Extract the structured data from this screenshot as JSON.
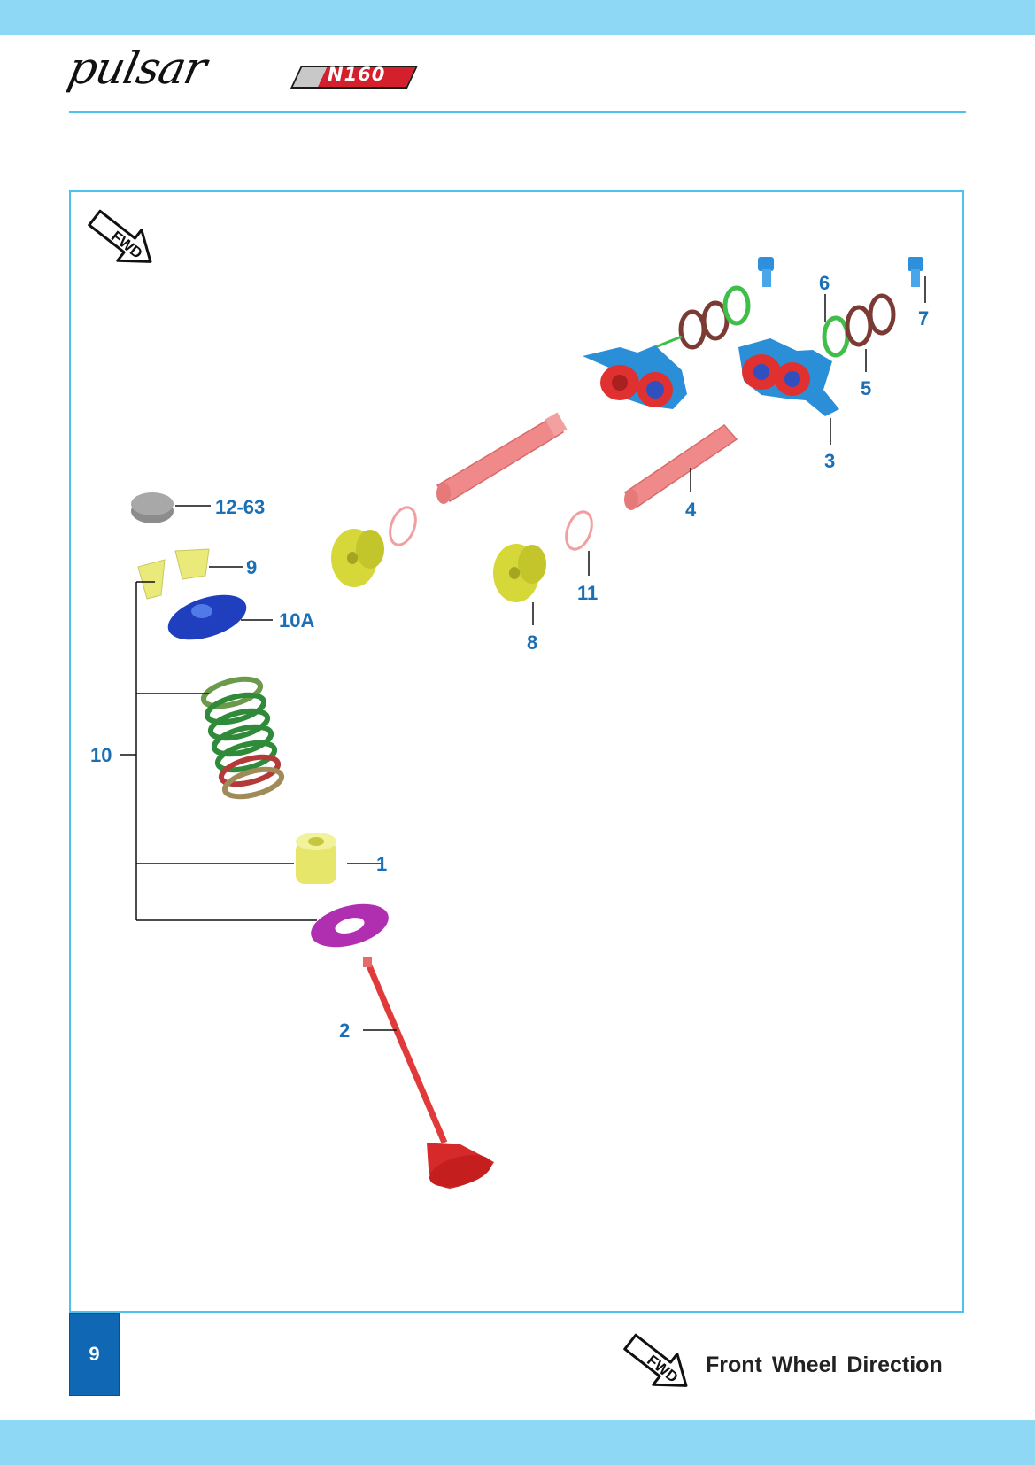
{
  "brand": {
    "script_text": "pulsar",
    "model_badge": "N160"
  },
  "fwd_marker": {
    "label": "FWD"
  },
  "callouts": [
    {
      "id": "part-1",
      "label": "1"
    },
    {
      "id": "part-2",
      "label": "2"
    },
    {
      "id": "part-3",
      "label": "3"
    },
    {
      "id": "part-4",
      "label": "4"
    },
    {
      "id": "part-5",
      "label": "5"
    },
    {
      "id": "part-6",
      "label": "6"
    },
    {
      "id": "part-7",
      "label": "7"
    },
    {
      "id": "part-8",
      "label": "8"
    },
    {
      "id": "part-9",
      "label": "9"
    },
    {
      "id": "part-10",
      "label": "10"
    },
    {
      "id": "part-10a",
      "label": "10A"
    },
    {
      "id": "part-11",
      "label": "11"
    },
    {
      "id": "part-12-63",
      "label": "12-63"
    }
  ],
  "footer": {
    "page_number": "9",
    "legend_label": "Front Wheel Direction"
  },
  "colors": {
    "band": "#8fd8f5",
    "accent_rule": "#4cc3ee",
    "callout_text": "#1a6fb5",
    "page_box": "#1067b4"
  }
}
